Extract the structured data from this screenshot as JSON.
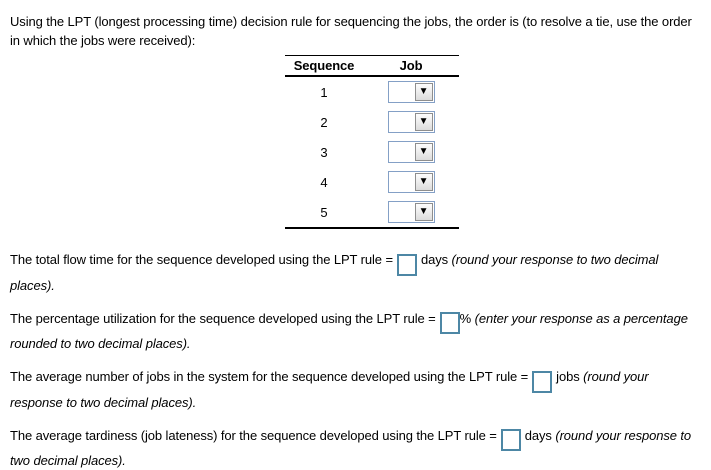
{
  "intro": "Using the LPT (longest processing time) decision rule for sequencing the jobs, the order is (to resolve a tie, use the order in which the jobs were received):",
  "table": {
    "headers": {
      "sequence": "Sequence",
      "job": "Job"
    },
    "rows": [
      {
        "sequence": "1",
        "job_value": ""
      },
      {
        "sequence": "2",
        "job_value": ""
      },
      {
        "sequence": "3",
        "job_value": ""
      },
      {
        "sequence": "4",
        "job_value": ""
      },
      {
        "sequence": "5",
        "job_value": ""
      }
    ]
  },
  "icons": {
    "dropdown_arrow": "▼"
  },
  "questions": [
    {
      "before": "The total flow time for the sequence developed using the LPT rule =",
      "input_value": "",
      "unit": "days",
      "note": "(round your response to two decimal places)."
    },
    {
      "before": "The percentage utilization for the sequence developed using the LPT rule =",
      "input_value": "",
      "unit": "%",
      "note": "(enter your response as a percentage rounded to two decimal places)."
    },
    {
      "before": "The average number of jobs in the system for the sequence developed using the LPT rule =",
      "input_value": "",
      "unit": "jobs",
      "note": "(round your response to two decimal places)."
    },
    {
      "before": "The average tardiness (job lateness) for the sequence developed using the LPT rule =",
      "input_value": "",
      "unit": "days",
      "note": "(round your response to two decimal places)."
    }
  ],
  "colors": {
    "text": "#000000",
    "table_border": "#000000",
    "input_border": "#4d87a5",
    "select_border": "#84a0c6"
  }
}
